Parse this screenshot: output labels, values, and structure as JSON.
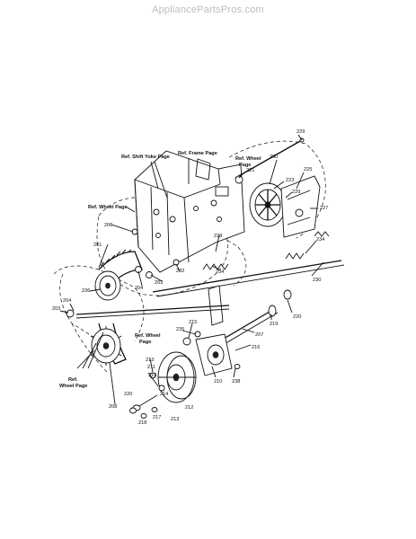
{
  "header": {
    "site": "AppliancePartsPros.com"
  },
  "refs": {
    "shift_yoke": "Ref. Shift Yoke Page",
    "frame": "Ref. Frame Page",
    "wheel_top_1": "Ref. Wheel",
    "wheel_top_2": "Page",
    "wheel_left": "Ref. Wheel Page",
    "wheel_mid_1": "Ref. Wheel",
    "wheel_mid_2": "Page",
    "wheel_bottom_1": "Ref.",
    "wheel_bottom_2": "Wheel Page"
  },
  "callouts": {
    "c229": "229",
    "c200": "200",
    "c221": "221",
    "c225": "225",
    "c223": "223",
    "c229b": "229",
    "c227": "227",
    "c206": "206",
    "c228": "228",
    "c201": "201",
    "c234": "234",
    "c203a": "203",
    "c204a": "204",
    "c232": "232",
    "c234b": "234",
    "c230": "230",
    "c236": "236",
    "c204b": "204",
    "c203b": "203",
    "c220a": "220",
    "c219": "219",
    "c215a": "215",
    "c235": "235",
    "c207": "207",
    "c216": "216",
    "c210": "210",
    "c238": "238",
    "c213a": "213",
    "c211": "211",
    "c208": "208",
    "c213b": "213",
    "c220b": "220",
    "c214": "214",
    "c212": "212",
    "c218": "218",
    "c217": "217",
    "c213c": "213"
  }
}
